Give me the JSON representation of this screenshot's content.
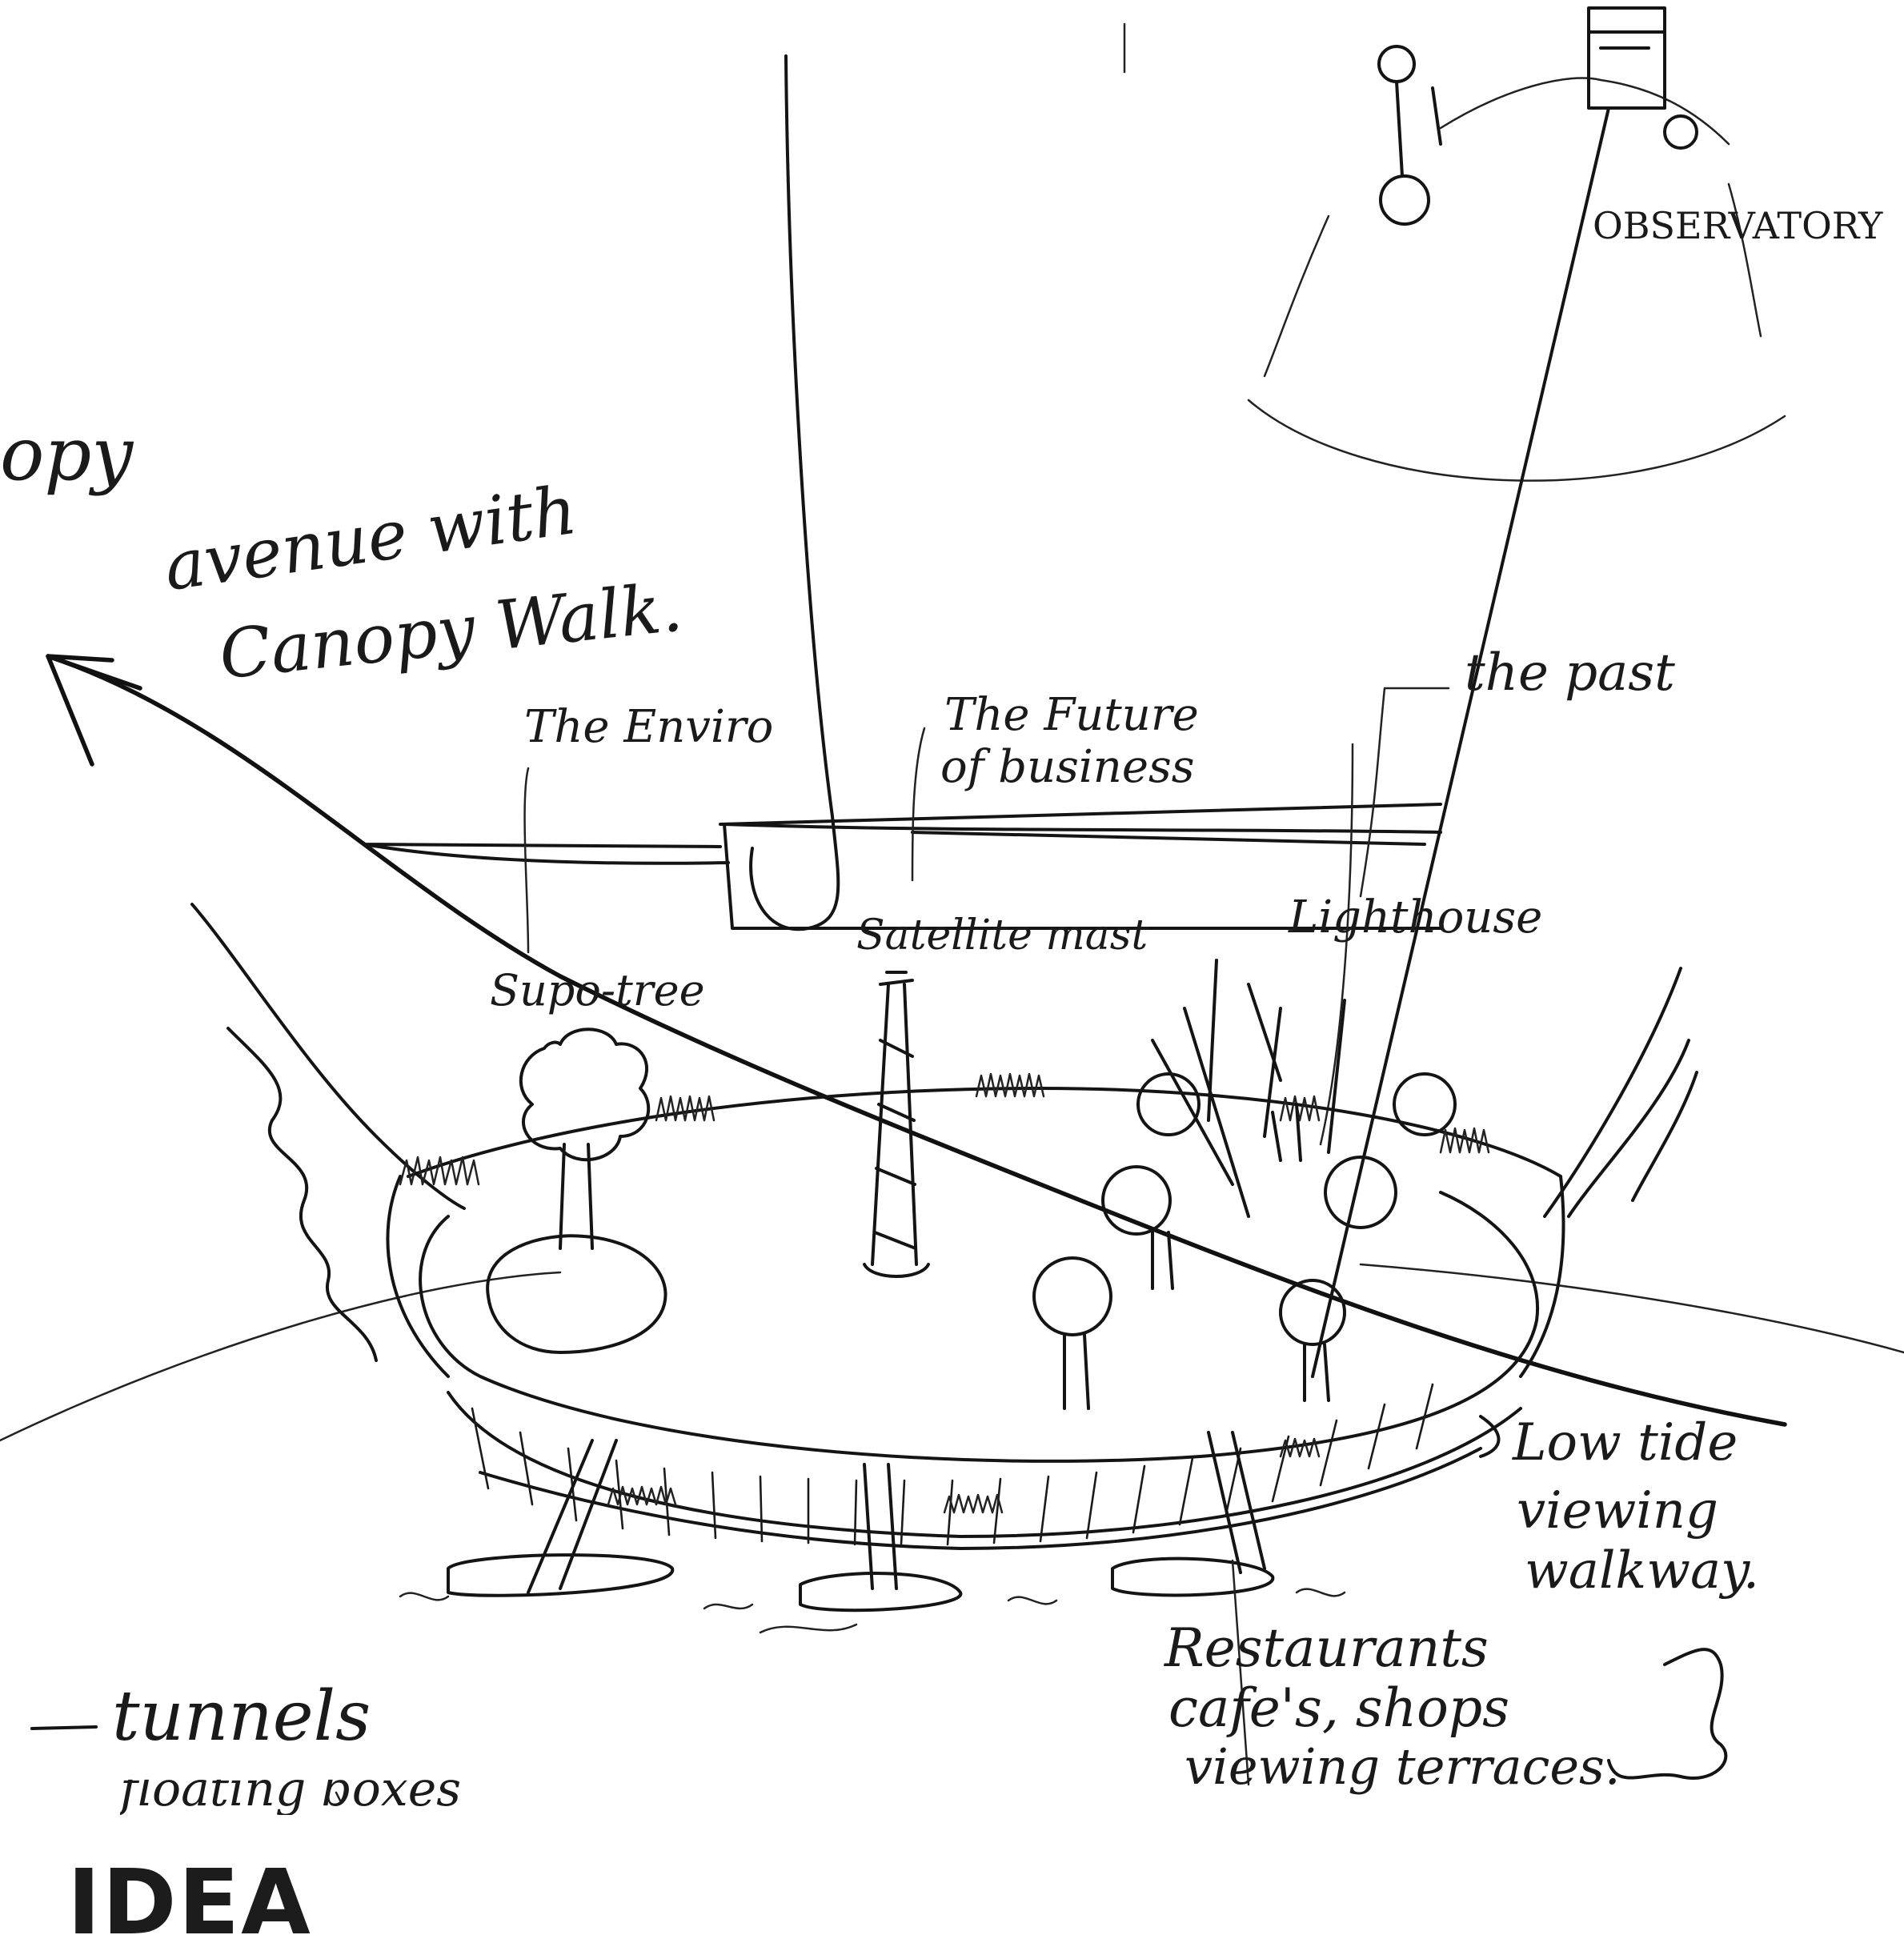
{
  "page": {
    "title": "IDEA"
  },
  "annotations": {
    "canopy": "opy",
    "avenue": "avenue with",
    "canopy_walk": "Canopy Walk.",
    "observatory": "OBSERVATORY",
    "environment": "The Enviro",
    "future_line1": "The Future",
    "future_line2": "of business",
    "the_past": "the past",
    "satellite_mast": "Satellite mast",
    "lighthouse": "Lighthouse",
    "super_tree": "Supo-tree",
    "low_tide_line1": "Low tide",
    "low_tide_line2": "viewing",
    "low_tide_line3": "walkway.",
    "restaurants_line1": "Restaurants",
    "restaurants_line2": "cafe's, shops",
    "restaurants_line3": "viewing terraces.",
    "tunnels": "tunnels",
    "boxes": "floating boxes"
  }
}
